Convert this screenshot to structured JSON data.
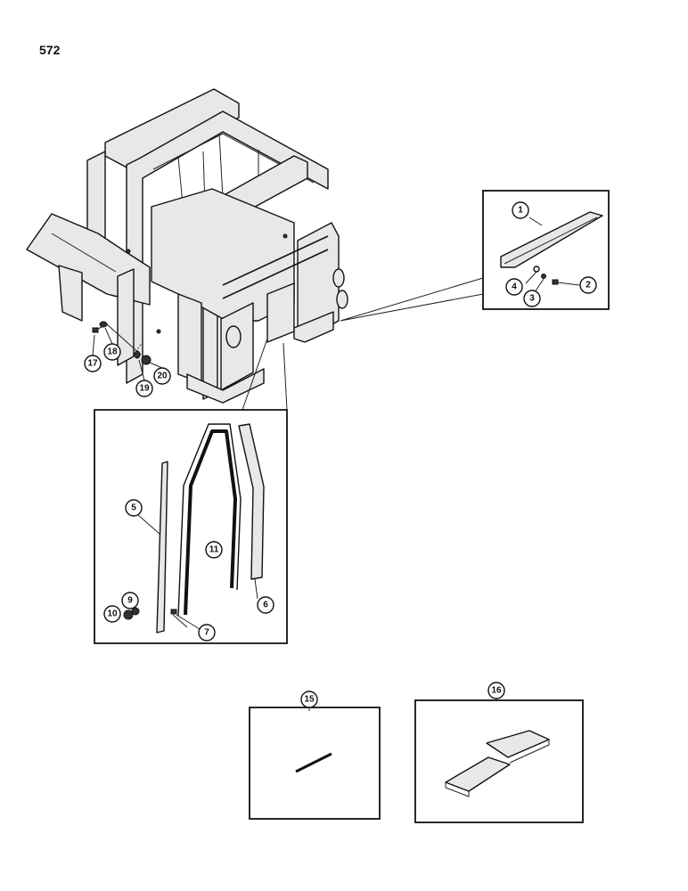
{
  "page": {
    "number": "572"
  },
  "callouts": {
    "c1": "1",
    "c2": "2",
    "c3": "3",
    "c4": "4",
    "c5": "5",
    "c6": "6",
    "c7": "7",
    "c9": "9",
    "c10": "10",
    "c11": "11",
    "c15": "15",
    "c16": "16",
    "c17": "17",
    "c18": "18",
    "c19": "19",
    "c20": "20"
  },
  "colors": {
    "ink": "#111111",
    "shade": "#e8e8e8",
    "paper": "#ffffff"
  }
}
